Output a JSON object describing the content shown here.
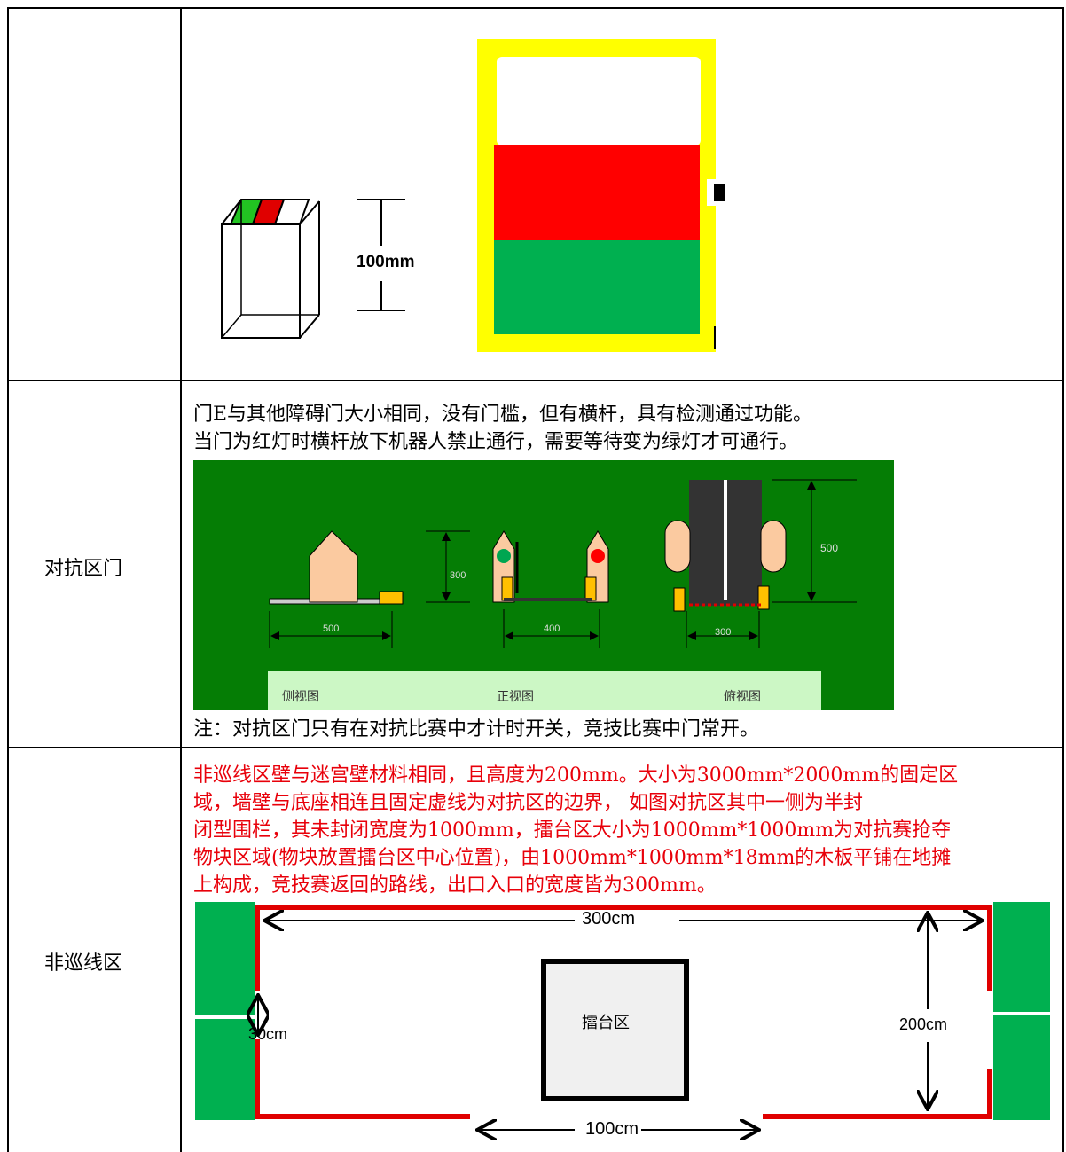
{
  "row1": {
    "dimension_label": "100mm"
  },
  "row2": {
    "label": "对抗区门",
    "description_line1": "门E与其他障碍门大小相同，没有门槛，但有横杆，具有检测通过功能。",
    "description_line2": "当门为红灯时横杆放下机器人禁止通行，需要等待变为绿灯才可通行。",
    "diagram": {
      "side_width": "500",
      "side_height": "300",
      "front_width": "400",
      "top_width": "300",
      "top_height": "500",
      "caption_side": "侧视图",
      "caption_front": "正视图",
      "caption_top": "俯视图"
    },
    "note": "注：对抗区门只有在对抗比赛中才计时开关，竞技比赛中门常开。"
  },
  "row3": {
    "label": "非巡线区",
    "description_lines": [
      "非巡线区壁与迷宫壁材料相同，且高度为200mm。大小为3000mm*2000mm的固定区",
      "域，墙壁与底座相连且固定虚线为对抗区的边界， 如图对抗区其中一侧为半封",
      "闭型围栏，其未封闭宽度为1000mm，擂台区大小为1000mm*1000mm为对抗赛抢夺",
      "物块区域(物块放置擂台区中心位置)，由1000mm*1000mm*18mm的木板平铺在地摊",
      "上构成，竞技赛返回的路线，出口入口的宽度皆为300mm。"
    ],
    "diagram": {
      "width_label": "300cm",
      "height_label": "200cm",
      "entrance_label": "30cm",
      "arena_label": "擂台区",
      "opening_label": "100cm"
    }
  },
  "colors": {
    "red_text": "#e8000a",
    "field_green": "#057d05",
    "zone_green": "#00b050",
    "wall_red": "#e00000",
    "frame_yellow": "#ffff00",
    "light_green_caption": "#ccf7c5"
  }
}
